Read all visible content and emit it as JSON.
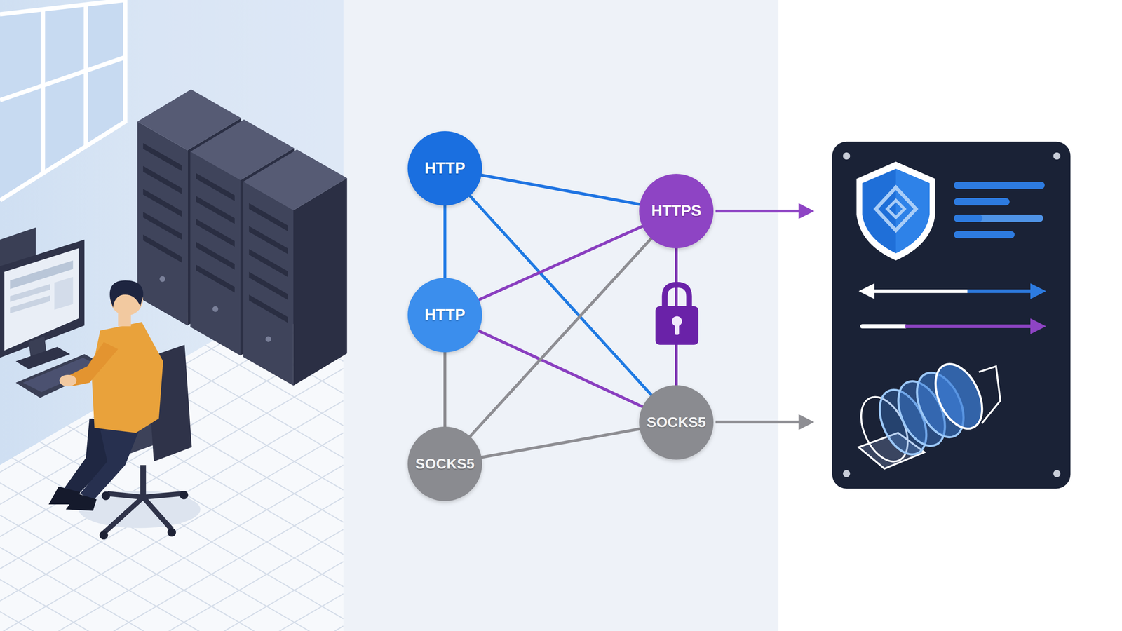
{
  "diagram": {
    "nodes": [
      {
        "text": [
          "HTTP"
        ]
      },
      {
        "text": [
          "HTTPS"
        ]
      },
      {
        "text": [
          "HTTP"
        ]
      },
      {
        "text": [
          "SOCKS5"
        ]
      },
      {
        "text": [
          "SOCKS5"
        ]
      }
    ],
    "edges": [
      {
        "from": 0,
        "to": 1,
        "arrow": "none"
      },
      {
        "from": 0,
        "to": 2,
        "arrow": "none"
      },
      {
        "from": 0,
        "to": 3,
        "arrow": "none"
      },
      {
        "from": 2,
        "to": 1,
        "arrow": "none"
      },
      {
        "from": 2,
        "to": 3,
        "arrow": "none"
      },
      {
        "from": 2,
        "to": 4,
        "arrow": "none"
      },
      {
        "from": 4,
        "to": 1,
        "arrow": "none"
      },
      {
        "from": 4,
        "to": 3,
        "arrow": "none"
      },
      {
        "from": 1,
        "to": 3,
        "arrow": "none"
      }
    ]
  }
}
